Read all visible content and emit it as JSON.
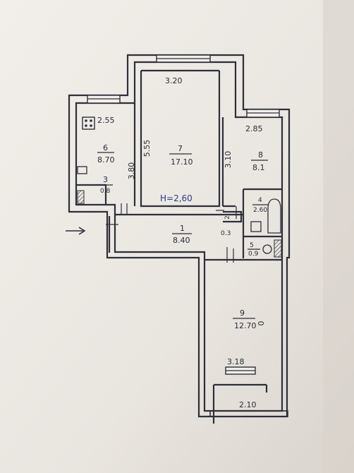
{
  "plan": {
    "ceiling_height": "H=2,60",
    "dimensions": {
      "room7_width": "3.20",
      "room7_depth": "5.55",
      "room6_width": "2.55",
      "room6_depth": "3.80",
      "room8_width": "2.85",
      "room8_depth": "3.10",
      "room9_width": "3.18",
      "balcony_width": "2.10"
    },
    "rooms": [
      {
        "number": "1",
        "area": "8.40"
      },
      {
        "number": "2",
        "area": "0.3"
      },
      {
        "number": "3",
        "area": "0.8"
      },
      {
        "number": "4",
        "area": "2.60"
      },
      {
        "number": "5",
        "area": "0.9"
      },
      {
        "number": "6",
        "area": "8.70"
      },
      {
        "number": "7",
        "area": "17.10"
      },
      {
        "number": "8",
        "area": "8.1"
      },
      {
        "number": "9",
        "area": "12.70"
      }
    ],
    "annotations": {
      "room9_side_mark": "0",
      "entrance": "→"
    }
  }
}
